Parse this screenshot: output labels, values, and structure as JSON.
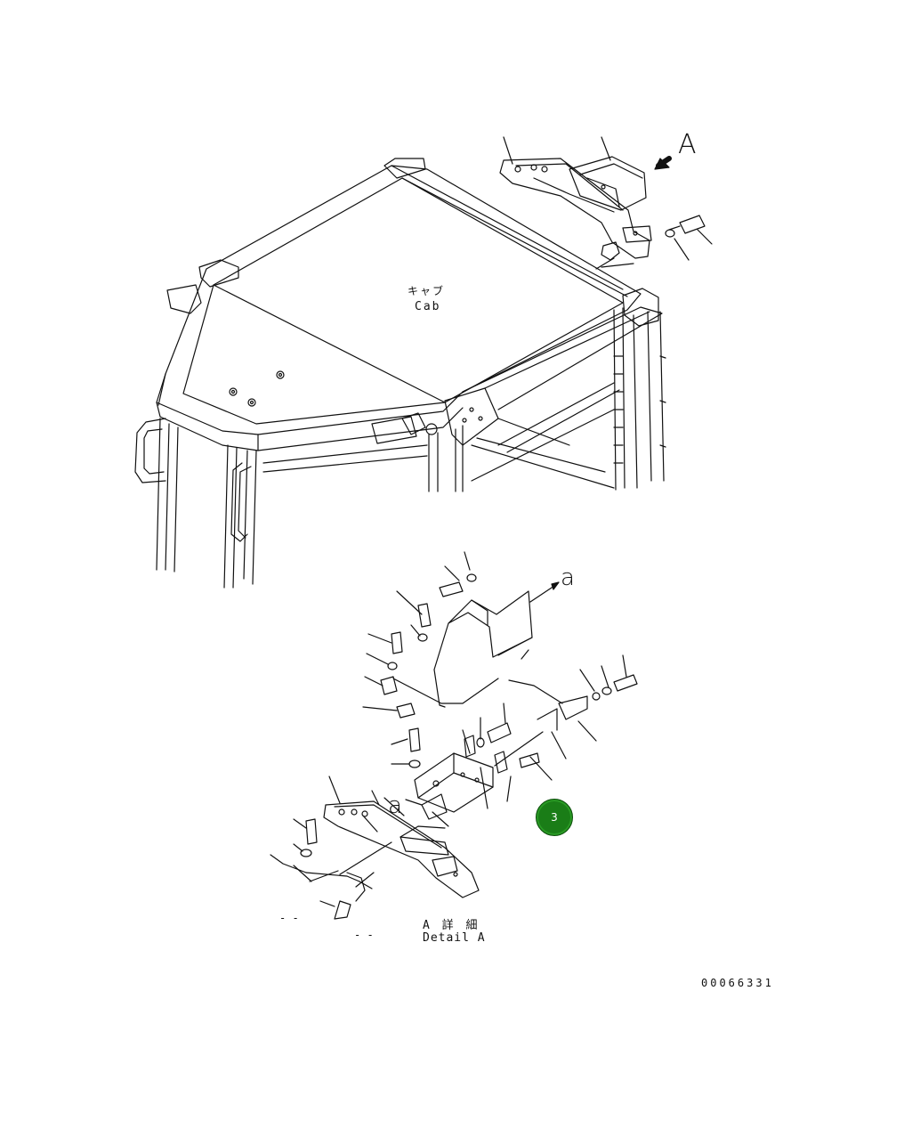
{
  "labels": {
    "cab_jp": "キャブ",
    "cab_en": "Cab",
    "view_A": "A",
    "view_a_upper": "a",
    "view_a_lower": "a",
    "detail_jp": "A 詳 細",
    "detail_en": "Detail A",
    "dash_left": "- -",
    "dash_right": "- -",
    "drawing_code": "00066331"
  },
  "callout": {
    "number": "3",
    "color": "#1a7d17"
  },
  "line_color": "#111111"
}
